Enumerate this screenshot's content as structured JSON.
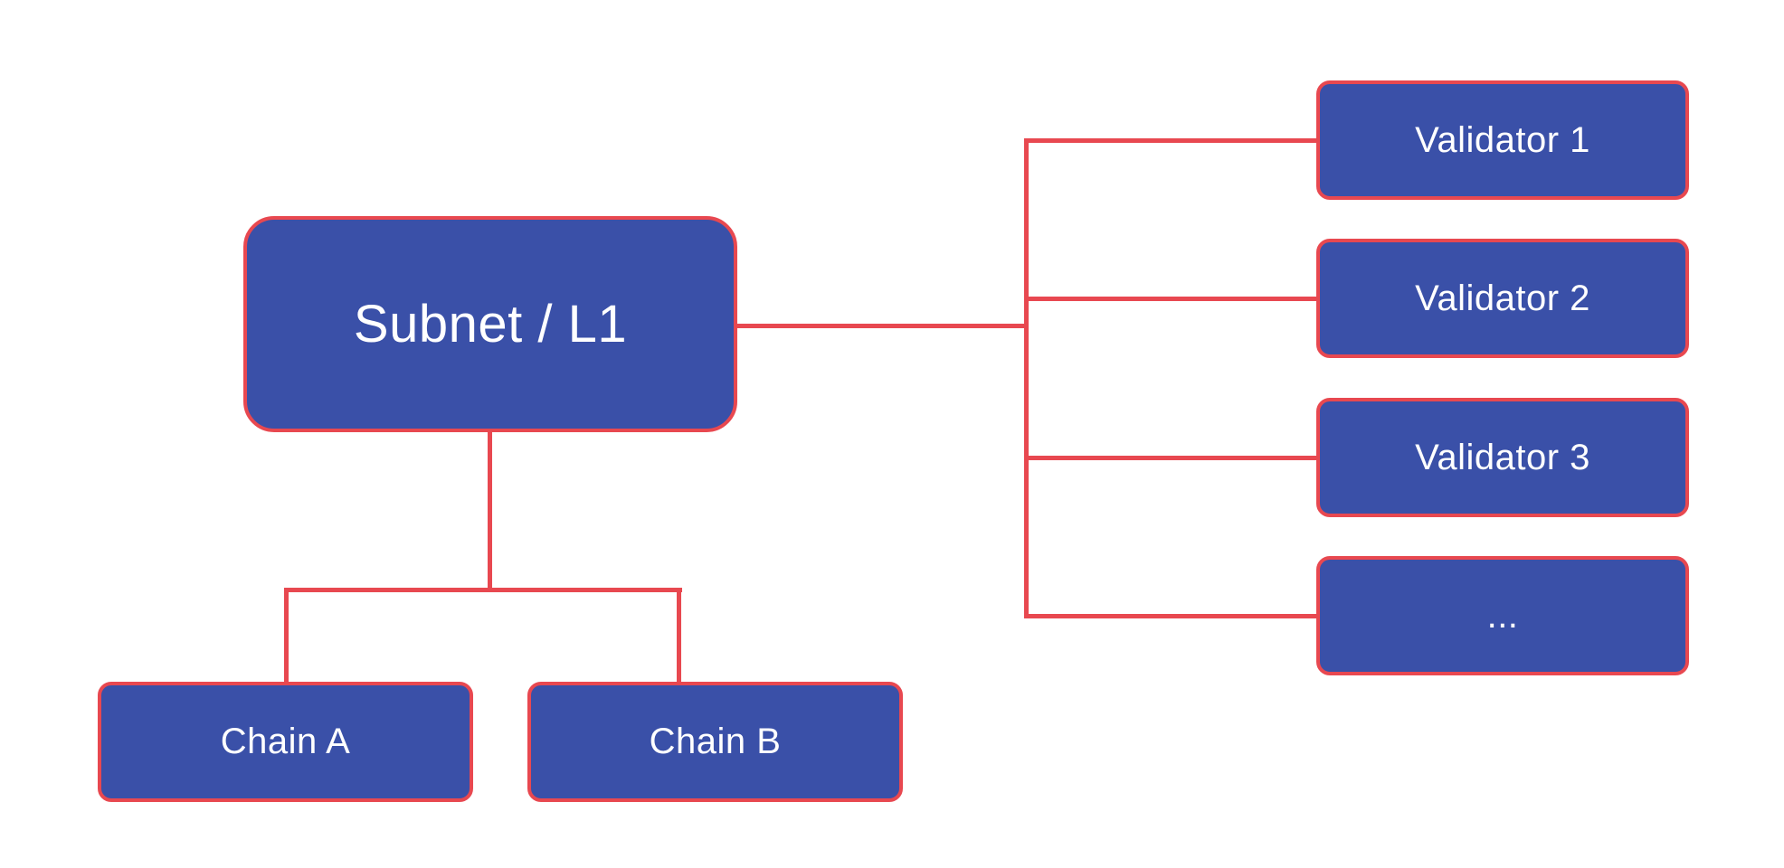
{
  "diagram": {
    "colors": {
      "background": "#FFFFFF",
      "node_fill": "#3A50A8",
      "line_color": "#E84850",
      "text_color": "#FFFFFF"
    },
    "root": {
      "label": "Subnet / L1"
    },
    "chains": [
      {
        "label": "Chain A"
      },
      {
        "label": "Chain B"
      }
    ],
    "validators": [
      {
        "label": "Validator 1"
      },
      {
        "label": "Validator 2"
      },
      {
        "label": "Validator 3"
      },
      {
        "label": "..."
      }
    ]
  }
}
